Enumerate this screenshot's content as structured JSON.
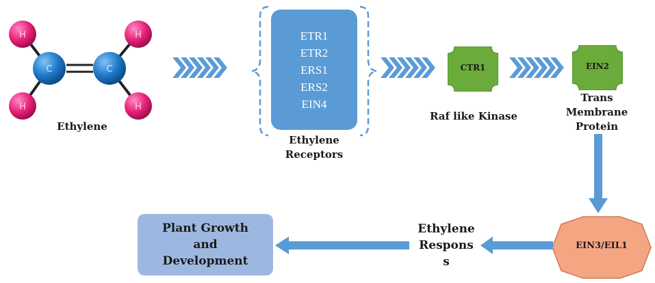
{
  "molecule": {
    "atom_h": "H",
    "atom_c": "C",
    "label": "Ethylene",
    "colors": {
      "carbon": "#1f78c8",
      "hydrogen": "#e8207a",
      "bond": "#222222"
    }
  },
  "receptors": {
    "items": [
      "ETR1",
      "ETR2",
      "ERS1",
      "ERS2",
      "EIN4"
    ],
    "label_line1": "Ethylene",
    "label_line2": "Receptors",
    "color": "#5b9bd5"
  },
  "ctr1": {
    "name": "CTR1",
    "label": "Raf like Kinase",
    "color": "#6aab3c"
  },
  "ein2": {
    "name": "EIN2",
    "label_line1": "Trans",
    "label_line2": "Membrane",
    "label_line3": "Protein",
    "color": "#6aab3c"
  },
  "ein3": {
    "name": "EIN3/EIL1",
    "color": "#f4a582"
  },
  "responses": {
    "line1": "Ethylene",
    "line2": "Respons",
    "line3": "s"
  },
  "outcome": {
    "line1": "Plant Growth",
    "line2": "and",
    "line3": "Development",
    "color": "#9db8e0"
  },
  "arrow_color": "#5b9bd5"
}
